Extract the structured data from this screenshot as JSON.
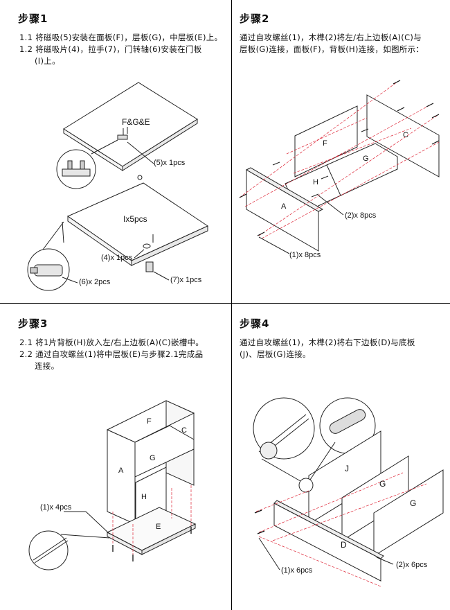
{
  "steps": [
    {
      "title": "步骤1",
      "lines": [
        "1.1 将磁吸(5)安装在面板(F)，层板(G)，中层板(E)上。",
        "1.2 将磁吸片(4)，拉手(7)，门转轴(6)安装在门板",
        "(I)上。"
      ],
      "labels": {
        "panel_top": "F&G&E",
        "magnet": "(5)x 1pcs",
        "door": "Ix5pcs",
        "plate": "(4)x 1pcs",
        "pivot": "(6)x 2pcs",
        "handle": "(7)x 1pcs"
      }
    },
    {
      "title": "步骤2",
      "lines": [
        "通过自攻螺丝(1)，木榫(2)将左/右上边板(A)(C)与",
        "层板(G)连接，面板(F)，背板(H)连接，如图所示："
      ],
      "labels": {
        "f": "F",
        "g": "G",
        "c": "C",
        "h": "H",
        "a": "A",
        "dowel": "(2)x 8pcs",
        "screw": "(1)x 8pcs"
      }
    },
    {
      "title": "步骤3",
      "lines": [
        "2.1 将1片背板(H)放入左/右上边板(A)(C)嵌槽中。",
        "2.2 通过自攻螺丝(1)将中层板(E)与步骤2.1完成品",
        "连接。"
      ],
      "labels": {
        "f": "F",
        "c": "C",
        "g": "G",
        "a": "A",
        "h": "H",
        "e": "E",
        "screw": "(1)x 4pcs"
      }
    },
    {
      "title": "步骤4",
      "lines": [
        "通过自攻螺丝(1)，木榫(2)将右下边板(D)与底板",
        "(J)、层板(G)连接。"
      ],
      "labels": {
        "j": "J",
        "g1": "G",
        "g2": "G",
        "d": "D",
        "screw": "(1)x 6pcs",
        "dowel": "(2)x 6pcs"
      }
    }
  ]
}
